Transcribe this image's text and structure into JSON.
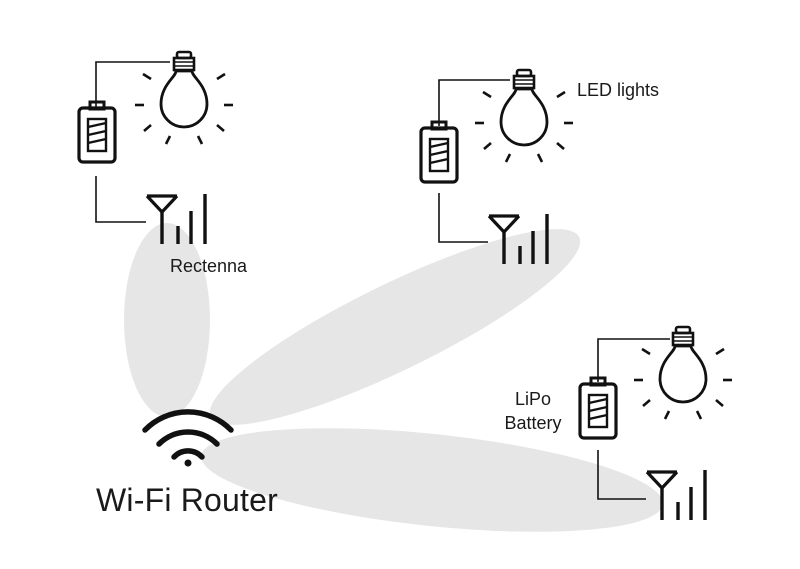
{
  "labels": {
    "rectenna": "Rectenna",
    "led_lights": "LED lights",
    "lipo_line1": "LiPo",
    "lipo_line2": "Battery",
    "router": "Wi-Fi Router"
  },
  "colors": {
    "beam": "#e6e6e6",
    "stroke": "#111111",
    "background": "#ffffff"
  },
  "icons": [
    "wifi-icon",
    "battery-icon",
    "light-bulb-icon",
    "antenna-icon",
    "signal-bars-icon"
  ],
  "nodes": [
    "node-top-left",
    "node-top-right",
    "node-bottom-right"
  ]
}
